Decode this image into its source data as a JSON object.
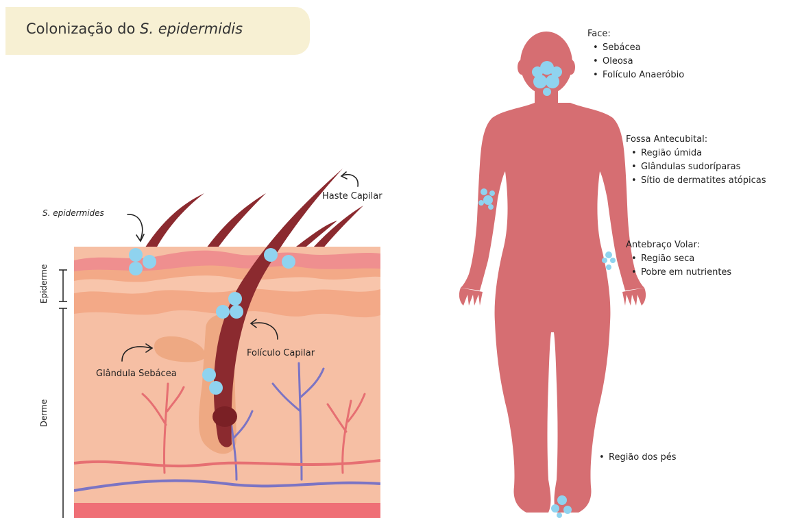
{
  "title": {
    "prefix": "Colonização do ",
    "species": "S. epidermidis"
  },
  "skin_diagram": {
    "labels": {
      "s_epidermides": "S. epidermides",
      "haste_capilar": "Haste Capilar",
      "foliculo_capilar": "Folículo Capilar",
      "glandula_sebacea": "Glândula Sebácea",
      "epiderme": "Epiderme",
      "derme": "Derme"
    }
  },
  "body_sites": {
    "face": {
      "heading": "Face:",
      "items": [
        "Sebácea",
        "Oleosa",
        "Folículo Anaeróbio"
      ]
    },
    "fossa": {
      "heading": "Fossa Antecubital:",
      "items": [
        "Região úmida",
        "Glândulas sudoríparas",
        "Sítio de dermatites atópicas"
      ]
    },
    "antebraco": {
      "heading": "Antebraço Volar:",
      "items": [
        "Região seca",
        "Pobre em nutrientes"
      ]
    },
    "pes": {
      "items": [
        "Região dos pés"
      ]
    }
  },
  "colors": {
    "body": "#d66e72",
    "bacteria": "#8fd3ef",
    "title_bg": "#f7f0d3",
    "hair": "#8b2a2f",
    "skin_surface": "#ef8f8f",
    "dermis": "#f6bfa4",
    "vein_blue": "#7b74c4",
    "vessel_red": "#e66f72"
  }
}
